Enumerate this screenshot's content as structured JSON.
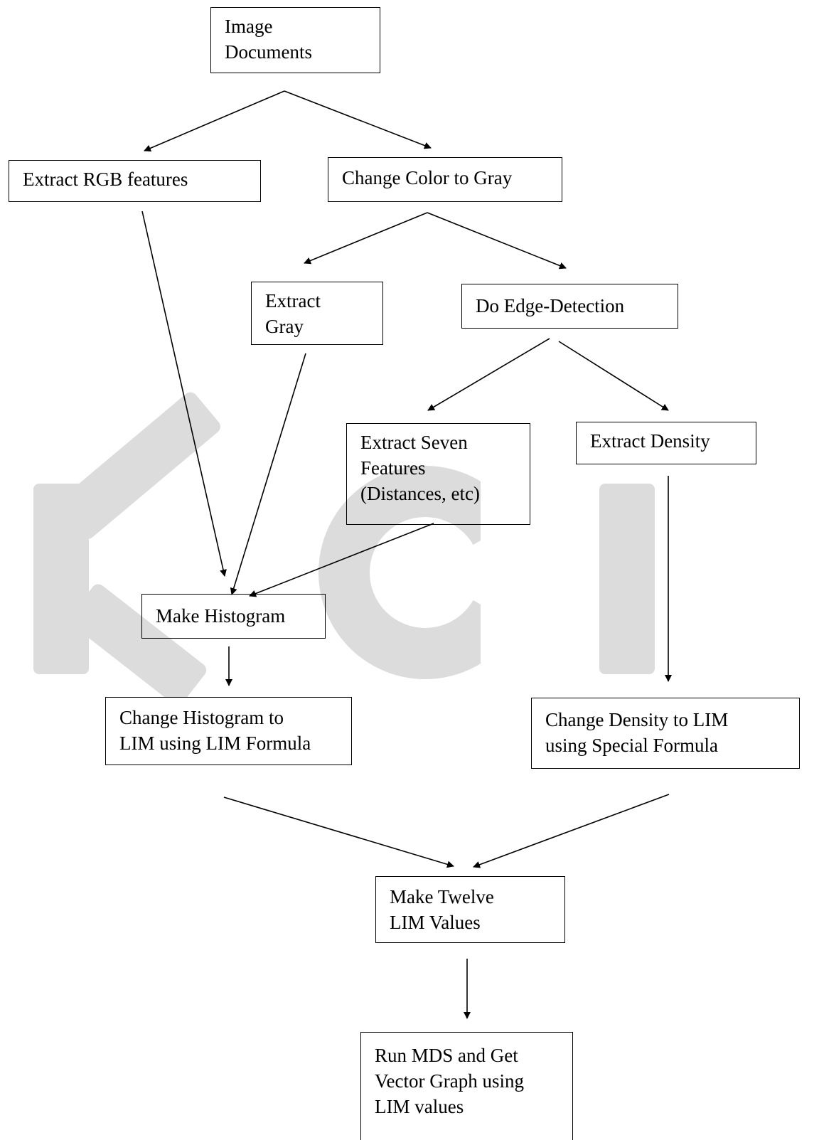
{
  "nodes": {
    "image_documents": "Image\nDocuments",
    "extract_rgb": "Extract RGB features",
    "color_to_gray": "Change Color to Gray",
    "extract_gray": "Extract\nGray",
    "edge_detection": "Do Edge-Detection",
    "seven_features": "Extract Seven\nFeatures\n(Distances, etc)",
    "extract_density": "Extract Density",
    "make_histogram": "Make Histogram",
    "histogram_to_lim": "Change Histogram to\nLIM using LIM Formula",
    "density_to_lim": "Change Density to LIM\nusing Special Formula",
    "twelve_lim": "Make Twelve\nLIM Values",
    "run_mds": "Run MDS and Get\nVector Graph using\nLIM values"
  },
  "edges": [
    {
      "from": "image_documents",
      "to": "extract_rgb"
    },
    {
      "from": "image_documents",
      "to": "color_to_gray"
    },
    {
      "from": "color_to_gray",
      "to": "extract_gray"
    },
    {
      "from": "color_to_gray",
      "to": "edge_detection"
    },
    {
      "from": "edge_detection",
      "to": "seven_features"
    },
    {
      "from": "edge_detection",
      "to": "extract_density"
    },
    {
      "from": "extract_rgb",
      "to": "make_histogram"
    },
    {
      "from": "extract_gray",
      "to": "make_histogram"
    },
    {
      "from": "seven_features",
      "to": "make_histogram"
    },
    {
      "from": "make_histogram",
      "to": "histogram_to_lim"
    },
    {
      "from": "extract_density",
      "to": "density_to_lim"
    },
    {
      "from": "histogram_to_lim",
      "to": "twelve_lim"
    },
    {
      "from": "density_to_lim",
      "to": "twelve_lim"
    },
    {
      "from": "twelve_lim",
      "to": "run_mds"
    }
  ],
  "watermark": {
    "text": "KCI",
    "color": "#dcdcdc"
  },
  "colors": {
    "stroke": "#000000",
    "background": "#ffffff"
  }
}
